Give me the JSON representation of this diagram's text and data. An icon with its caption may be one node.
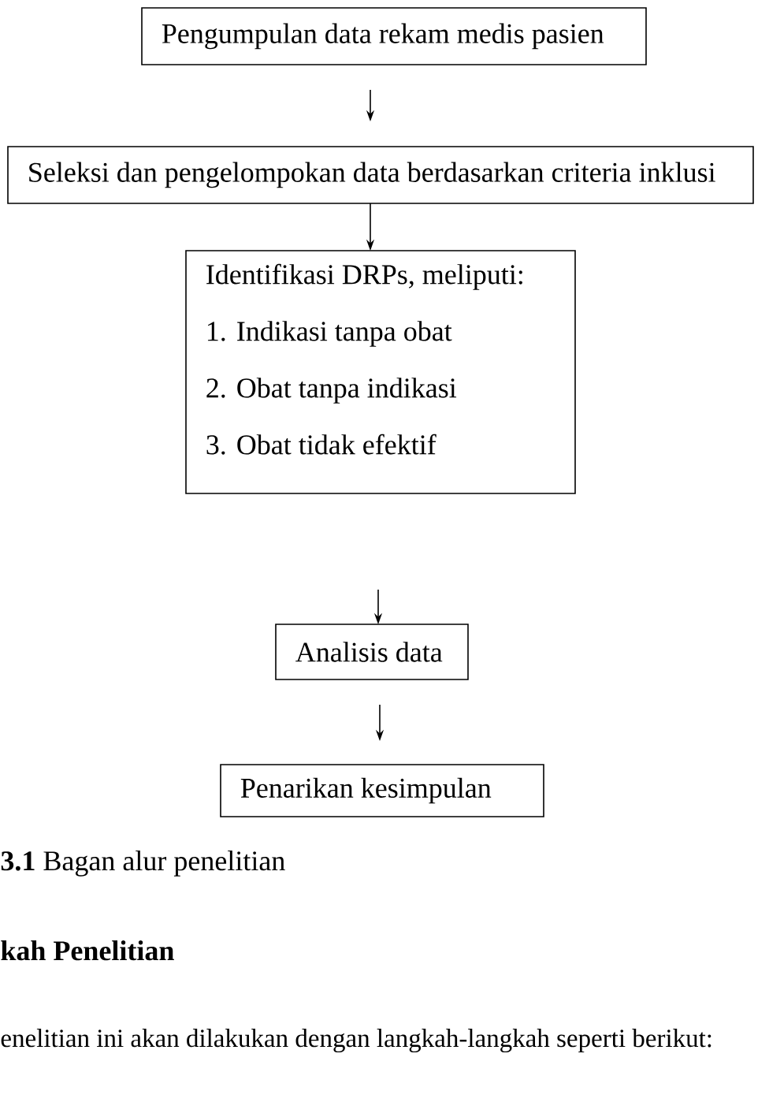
{
  "diagram": {
    "caption": "**3.1** Bagan alur penelitian",
    "nodes": [
      {
        "text": [
          "Pengumpulan data rekam medis pasien"
        ]
      },
      {
        "text": [
          "Seleksi dan pengelompokan data berdasarkan criteria inklusi"
        ]
      },
      {
        "text": [
          "Identifikasi DRPs, meliputi:",
          "1. Indikasi tanpa obat",
          "2. Obat tanpa indikasi",
          "3. Obat tidak efektif"
        ]
      },
      {
        "text": [
          "Analisis data"
        ]
      },
      {
        "text": [
          "Penarikan kesimpulan"
        ]
      }
    ],
    "edges": [
      {
        "from": 0,
        "to": 1,
        "arrow": "to"
      },
      {
        "from": 1,
        "to": 2,
        "arrow": "to"
      },
      {
        "from": null,
        "to": 3,
        "arrow": "to"
      },
      {
        "from": 3,
        "to": 4,
        "arrow": "to"
      }
    ],
    "labels": [
      "kah Penelitian",
      "enelitian ini akan dilakukan dengan langkah-langkah seperti berikut:"
    ]
  }
}
